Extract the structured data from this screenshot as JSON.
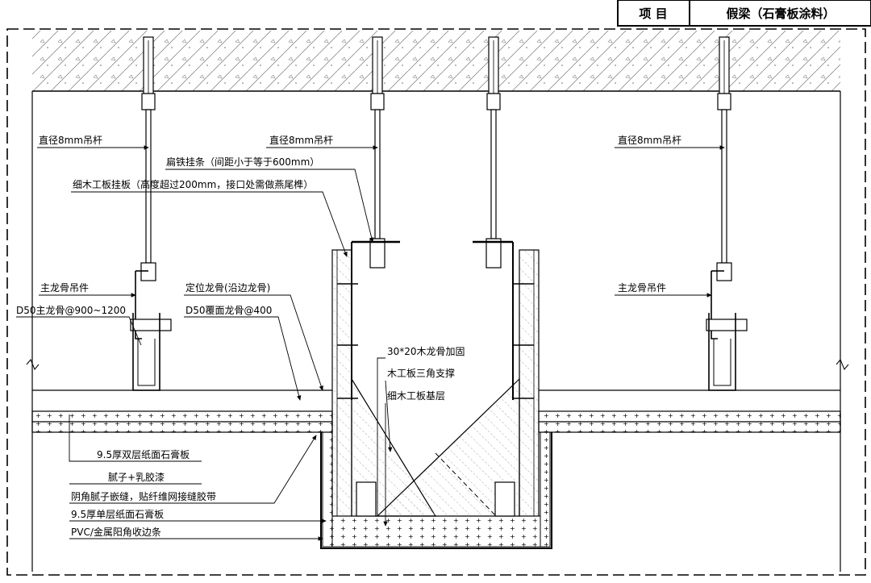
{
  "title_block": {
    "item_label": "项 目",
    "item_value": "假梁（石膏板涂料）"
  },
  "labels": {
    "rod_left": "直径8mm吊杆",
    "rod_middle": "直径8mm吊杆",
    "rod_right": "直径8mm吊杆",
    "flat_iron": "扁铁挂条（间距小于等于600mm）",
    "fine_board_hanger": "细木工板挂板（高度超过200mm，接口处需做燕尾榫）",
    "main_keel_hanger_left": "主龙骨吊件",
    "main_keel_hanger_right": "主龙骨吊件",
    "main_keel": "D50主龙骨@900~1200",
    "edge_keel": "定位龙骨(沿边龙骨)",
    "cover_keel": "D50覆面龙骨@400",
    "wood_keel": "30*20木龙骨加固",
    "triangle_support": "木工板三角支撑",
    "base_layer": "细木工板基层",
    "double_gypsum": "9.5厚双层纸面石膏板",
    "putty_paint": "腻子+乳胶漆",
    "corner_putty": "阴角腻子嵌缝，贴纤维网接缝胶带",
    "single_gypsum": "9.5厚单层纸面石膏板",
    "corner_trim": "PVC/金属阳角收边条"
  }
}
